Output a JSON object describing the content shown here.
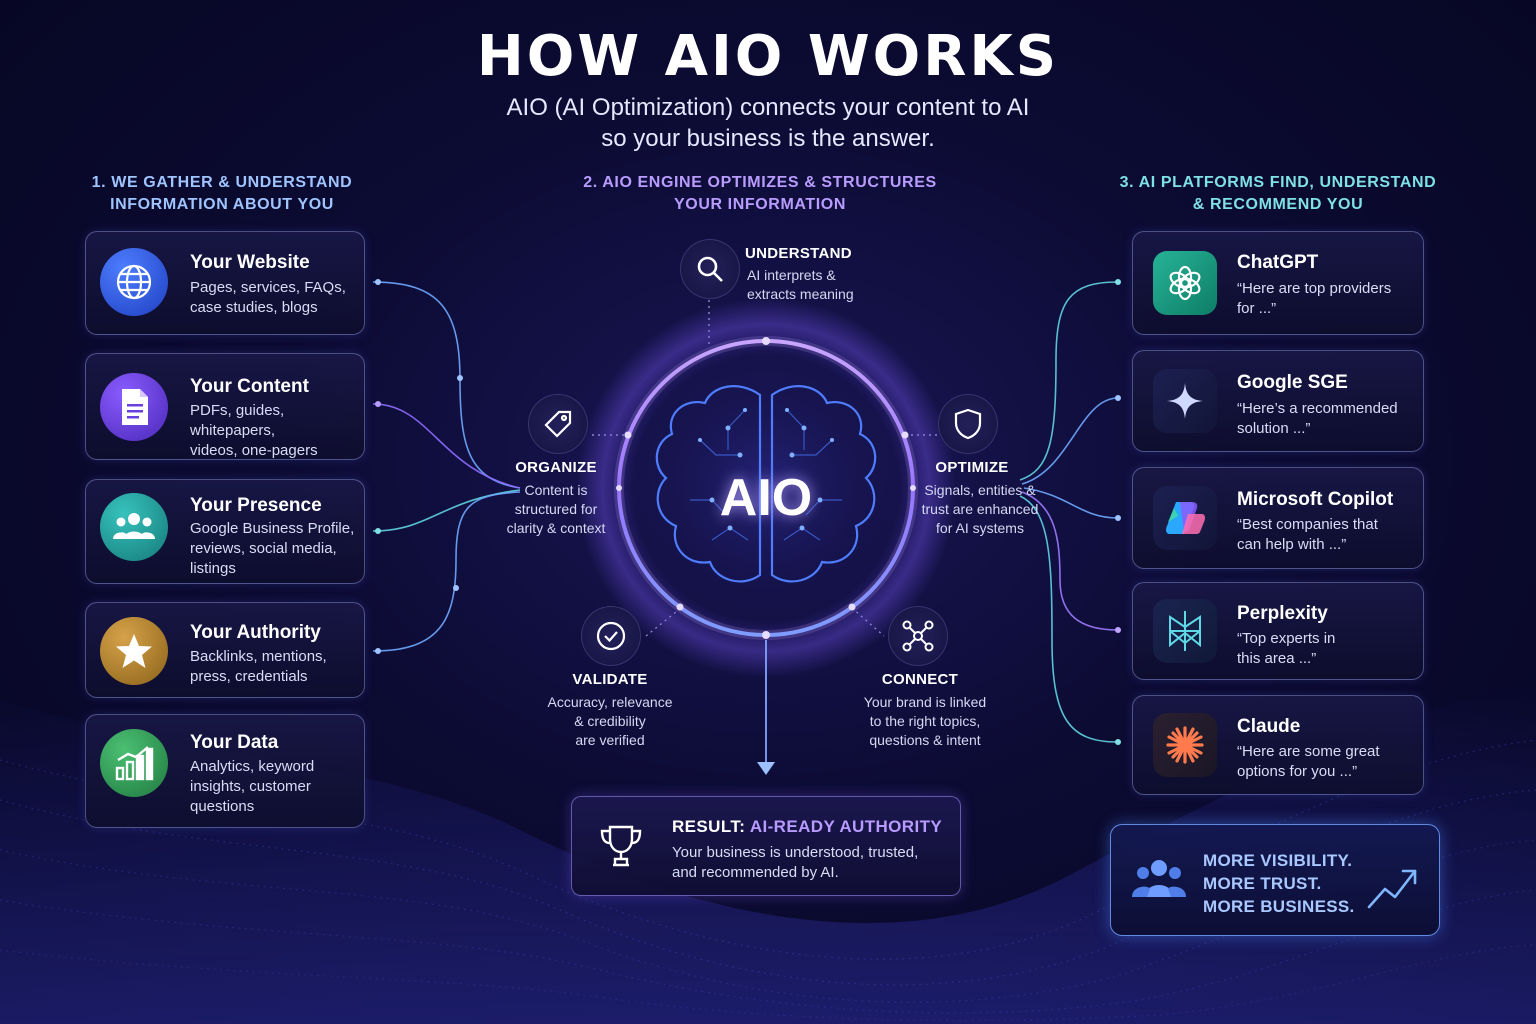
{
  "header": {
    "title": "HOW AIO WORKS",
    "subtitle": "AIO (AI Optimization) connects your content to AI\nso your business is the answer."
  },
  "columns": {
    "left_heading": "1. WE GATHER & UNDERSTAND\nINFORMATION ABOUT YOU",
    "center_heading": "2. AIO ENGINE OPTIMIZES & STRUCTURES\nYOUR INFORMATION",
    "right_heading": "3. AI PLATFORMS FIND, UNDERSTAND\n& RECOMMEND YOU"
  },
  "sources": [
    {
      "title": "Your Website",
      "desc": "Pages, services, FAQs,\ncase studies, blogs",
      "icon": "globe-icon",
      "color": "#2f5fe6"
    },
    {
      "title": "Your Content",
      "desc": "PDFs, guides, whitepapers,\nvideos, one-pagers",
      "icon": "document-icon",
      "color": "#6a3fe0"
    },
    {
      "title": "Your Presence",
      "desc": "Google Business Profile,\nreviews, social media,\nlistings",
      "icon": "people-icon",
      "color": "#1f9c9a"
    },
    {
      "title": "Your Authority",
      "desc": "Backlinks, mentions,\npress, credentials",
      "icon": "star-icon",
      "color": "#b8862a"
    },
    {
      "title": "Your Data",
      "desc": "Analytics, keyword\ninsights, customer\nquestions",
      "icon": "bar-chart-icon",
      "color": "#2f9a55"
    }
  ],
  "engine": {
    "center_label": "AIO",
    "steps": {
      "understand": {
        "title": "UNDERSTAND",
        "desc": "AI interprets &\nextracts meaning",
        "icon": "search-icon"
      },
      "organize": {
        "title": "ORGANIZE",
        "desc": "Content is\nstructured for\nclarity & context",
        "icon": "tag-icon"
      },
      "optimize": {
        "title": "OPTIMIZE",
        "desc": "Signals, entities &\ntrust are enhanced\nfor AI systems",
        "icon": "shield-icon"
      },
      "validate": {
        "title": "VALIDATE",
        "desc": "Accuracy, relevance\n& credibility\nare verified",
        "icon": "check-circle-icon"
      },
      "connect": {
        "title": "CONNECT",
        "desc": "Your brand is linked\nto the right topics,\nquestions & intent",
        "icon": "network-icon"
      }
    }
  },
  "result": {
    "prefix": "RESULT: ",
    "highlight": "AI-READY AUTHORITY",
    "desc": "Your business is understood, trusted,\nand recommended by AI.",
    "icon": "trophy-icon"
  },
  "platforms": [
    {
      "name": "ChatGPT",
      "quote": "“Here are top providers\nfor ...”",
      "icon": "chatgpt-logo-icon"
    },
    {
      "name": "Google SGE",
      "quote": "“Here’s a recommended\nsolution ...”",
      "icon": "sparkle-icon"
    },
    {
      "name": "Microsoft Copilot",
      "quote": "“Best companies that\ncan help with ...”",
      "icon": "copilot-logo-icon"
    },
    {
      "name": "Perplexity",
      "quote": "“Top experts in\nthis area ...”",
      "icon": "perplexity-logo-icon"
    },
    {
      "name": "Claude",
      "quote": "“Here are some great\noptions for you ...”",
      "icon": "claude-logo-icon"
    }
  ],
  "visibility": {
    "lines": [
      "MORE VISIBILITY.",
      "MORE TRUST.",
      "MORE BUSINESS."
    ],
    "icon_left": "users-icon",
    "icon_right": "trend-up-icon"
  },
  "colors": {
    "heading_left": "#9fc4ff",
    "heading_center": "#b99cff",
    "heading_right": "#7fe0e6",
    "result_highlight": "#b79bff",
    "visibility_text": "#a9c8ff",
    "ring": "#a57dff"
  }
}
